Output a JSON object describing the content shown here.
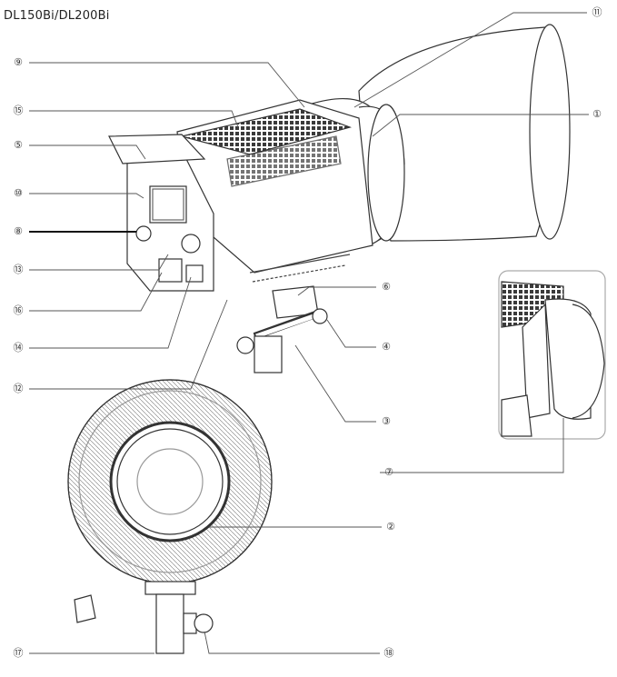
{
  "title": "DL150Bi/DL200Bi",
  "callouts": [
    {
      "id": "1",
      "label": "①"
    },
    {
      "id": "2",
      "label": "②"
    },
    {
      "id": "3",
      "label": "③"
    },
    {
      "id": "4",
      "label": "④"
    },
    {
      "id": "5",
      "label": "⑤"
    },
    {
      "id": "6",
      "label": "⑥"
    },
    {
      "id": "7",
      "label": "⑦"
    },
    {
      "id": "8",
      "label": "⑧"
    },
    {
      "id": "9",
      "label": "⑨"
    },
    {
      "id": "10",
      "label": "⑩"
    },
    {
      "id": "11",
      "label": "⑪"
    },
    {
      "id": "12",
      "label": "⑫"
    },
    {
      "id": "13",
      "label": "⑬"
    },
    {
      "id": "14",
      "label": "⑭"
    },
    {
      "id": "15",
      "label": "⑮"
    },
    {
      "id": "16",
      "label": "⑯"
    },
    {
      "id": "17",
      "label": "⑰"
    },
    {
      "id": "18",
      "label": "⑱"
    }
  ]
}
